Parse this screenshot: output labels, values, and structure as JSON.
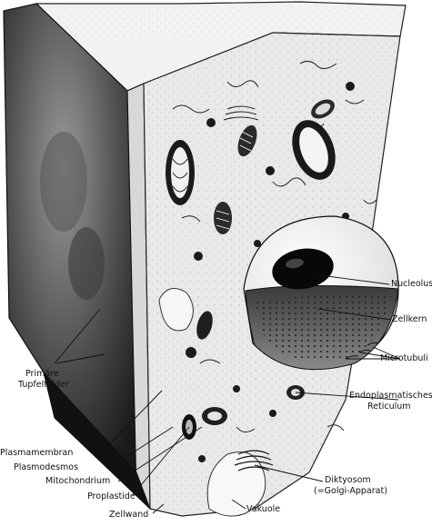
{
  "labels": {
    "nucleolus": "Nucleolus",
    "zellkern": "Zellkern",
    "microtubuli": "Microtubuli",
    "er_line1": "Endoplasmatisches",
    "er_line2": "Reticulum",
    "diktyosom_line1": "Diktyosom",
    "diktyosom_line2": "(=Golgi-Apparat)",
    "vakuole": "Vakuole",
    "zellwand": "Zellwand",
    "proplastide": "Proplastide",
    "mitochondrium": "Mitochondrium",
    "plasmodesmos": "Plasmodesmos",
    "plasmamembran": "Plasmamembran",
    "tupfel_line1": "Primäre",
    "tupfel_line2": "Tupfelfelder"
  }
}
